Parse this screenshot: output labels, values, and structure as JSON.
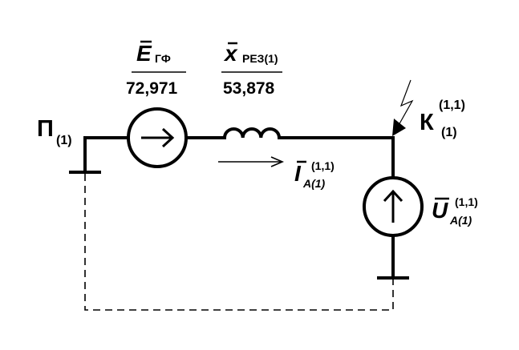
{
  "source_emf": {
    "symbol": "E",
    "subscript": "ГФ",
    "value": "72,971"
  },
  "reactance": {
    "symbol": "x",
    "subscript": "РЕЗ(1)",
    "value": "53,878"
  },
  "start_node": {
    "symbol": "П",
    "subscript": "(1)"
  },
  "fault_node": {
    "symbol": "К",
    "superscript": "(1,1)",
    "subscript": "(1)"
  },
  "current": {
    "symbol": "I",
    "subscript": "A(1)",
    "superscript": "(1,1)"
  },
  "voltage": {
    "symbol": "U",
    "subscript": "A(1)",
    "superscript": "(1,1)"
  }
}
